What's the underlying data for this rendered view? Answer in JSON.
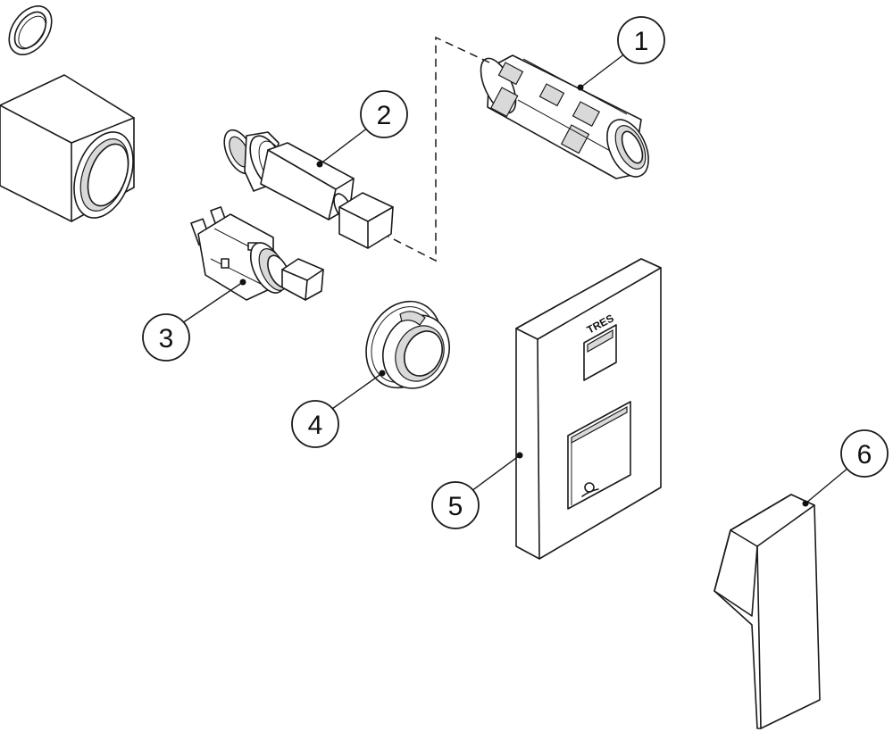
{
  "diagram": {
    "brand_mark": "TRES",
    "callouts": [
      {
        "id": "callout-1",
        "number": "1"
      },
      {
        "id": "callout-2",
        "number": "2"
      },
      {
        "id": "callout-3",
        "number": "3"
      },
      {
        "id": "callout-4",
        "number": "4"
      },
      {
        "id": "callout-5",
        "number": "5"
      },
      {
        "id": "callout-6",
        "number": "6"
      }
    ]
  }
}
